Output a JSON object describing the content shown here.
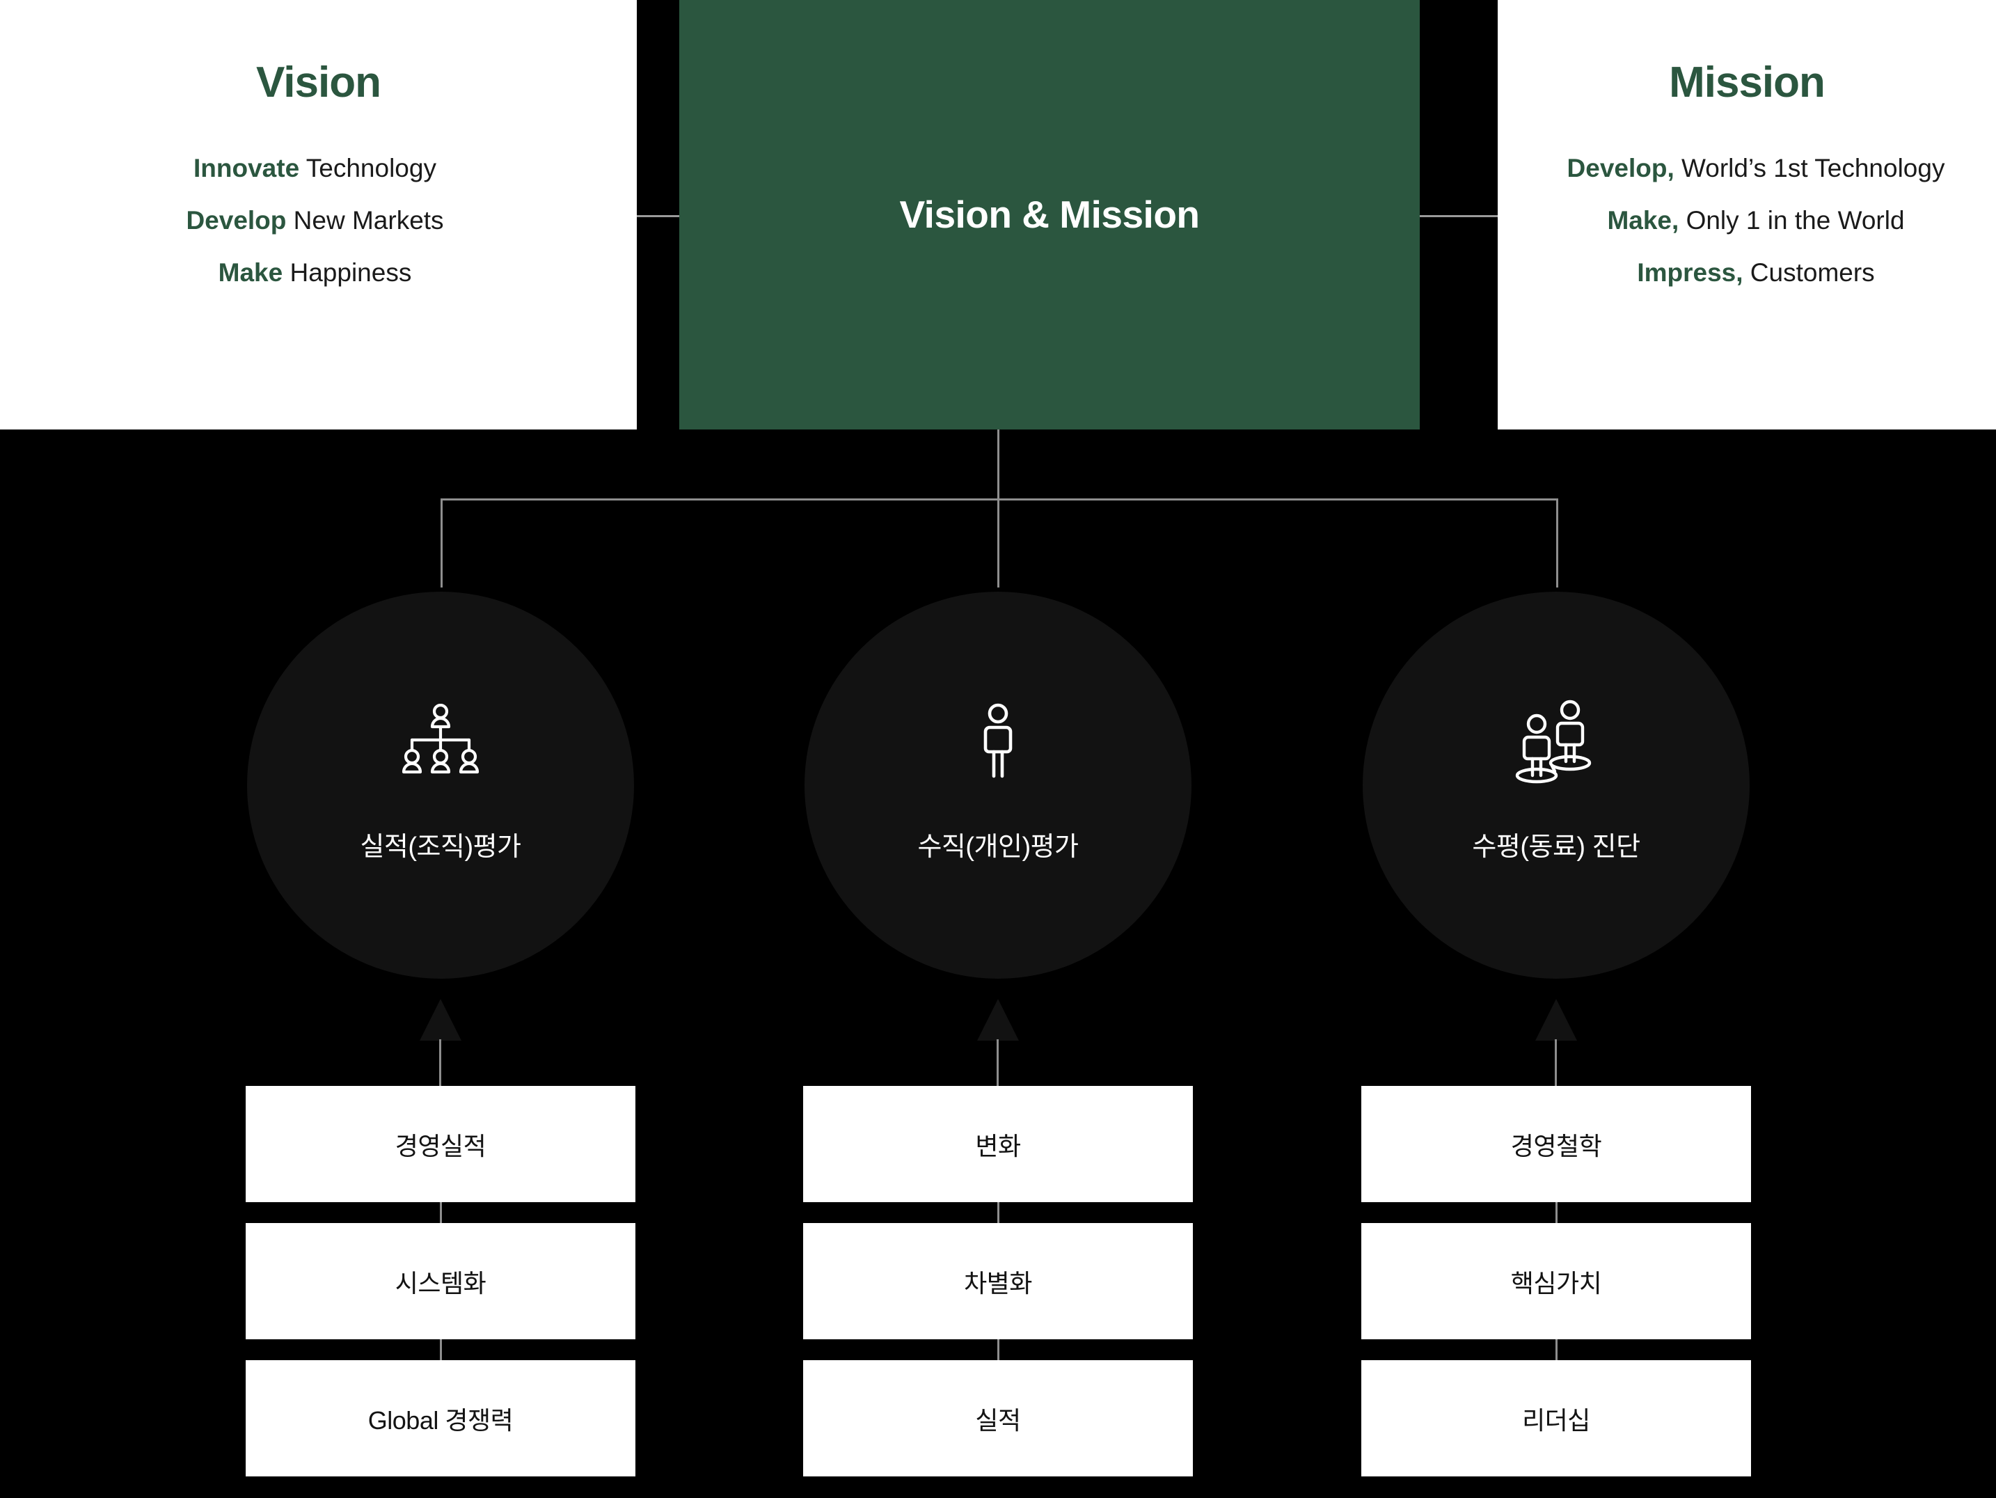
{
  "colors": {
    "brand_green": "#2B563F",
    "background": "#000000",
    "panel": "#FFFFFF",
    "circle": "#121212",
    "connector": "#8E8E8E"
  },
  "top": {
    "vision": {
      "title": "Vision",
      "lines": [
        {
          "key": "Innovate",
          "rest": " Technology"
        },
        {
          "key": "Develop",
          "rest": " New Markets"
        },
        {
          "key": "Make",
          "rest": " Happiness"
        }
      ]
    },
    "center": {
      "label": "Vision & Mission"
    },
    "mission": {
      "title": "Mission",
      "lines": [
        {
          "key": "Develop,",
          "rest": " World’s 1st Technology"
        },
        {
          "key": "Make,",
          "rest": " Only 1 in the World"
        },
        {
          "key": "Impress,",
          "rest": " Customers"
        }
      ]
    }
  },
  "branches": [
    {
      "icon": "org-chart-icon",
      "label": "실적(조직)평가",
      "items": [
        "경영실적",
        "시스템화",
        "Global 경쟁력"
      ]
    },
    {
      "icon": "single-person-icon",
      "label": "수직(개인)평가",
      "items": [
        "변화",
        "차별화",
        "실적"
      ]
    },
    {
      "icon": "two-people-network-icon",
      "label": "수평(동료) 진단",
      "items": [
        "경영철학",
        "핵심가치",
        "리더십"
      ]
    }
  ]
}
